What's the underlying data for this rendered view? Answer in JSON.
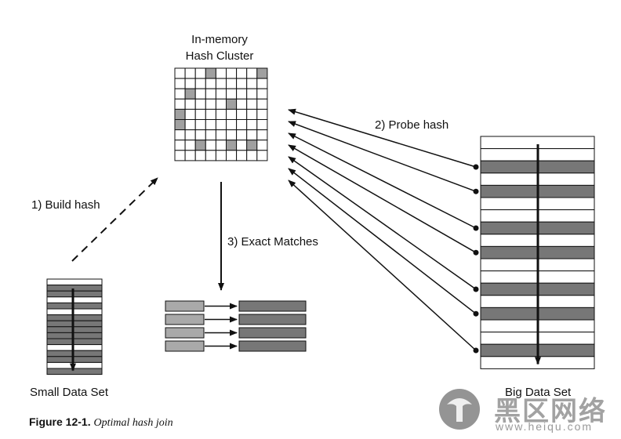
{
  "labels": {
    "cluster_title_line1": "In-memory",
    "cluster_title_line2": "Hash Cluster",
    "build_hash": "1) Build hash",
    "probe_hash": "2) Probe hash",
    "exact_matches": "3) Exact Matches",
    "small_data_set": "Small Data Set",
    "big_data_set": "Big Data Set"
  },
  "caption": {
    "figure": "Figure 12-1.",
    "text": "Optimal hash join"
  },
  "watermark": {
    "text": "黑区网络",
    "url": "www.heiqu.com"
  },
  "hash_grid": {
    "rows": 9,
    "cols": 9,
    "filled": [
      [
        0,
        3
      ],
      [
        0,
        8
      ],
      [
        2,
        1
      ],
      [
        3,
        5
      ],
      [
        4,
        0
      ],
      [
        5,
        0
      ],
      [
        7,
        2
      ],
      [
        7,
        5
      ],
      [
        7,
        7
      ]
    ]
  },
  "small_set": {
    "rows": 16,
    "dark_rows": [
      1,
      2,
      4,
      6,
      7,
      8,
      9,
      10,
      12,
      13,
      15
    ]
  },
  "big_set": {
    "rows": 19,
    "dark_rows": [
      2,
      4,
      7,
      9,
      12,
      14,
      17
    ]
  },
  "matches": {
    "count": 4
  },
  "colors": {
    "line": "#111111",
    "dark_fill": "#777777",
    "light_fill": "#a9a9a9",
    "grid_fill": "#a0a0a0"
  }
}
